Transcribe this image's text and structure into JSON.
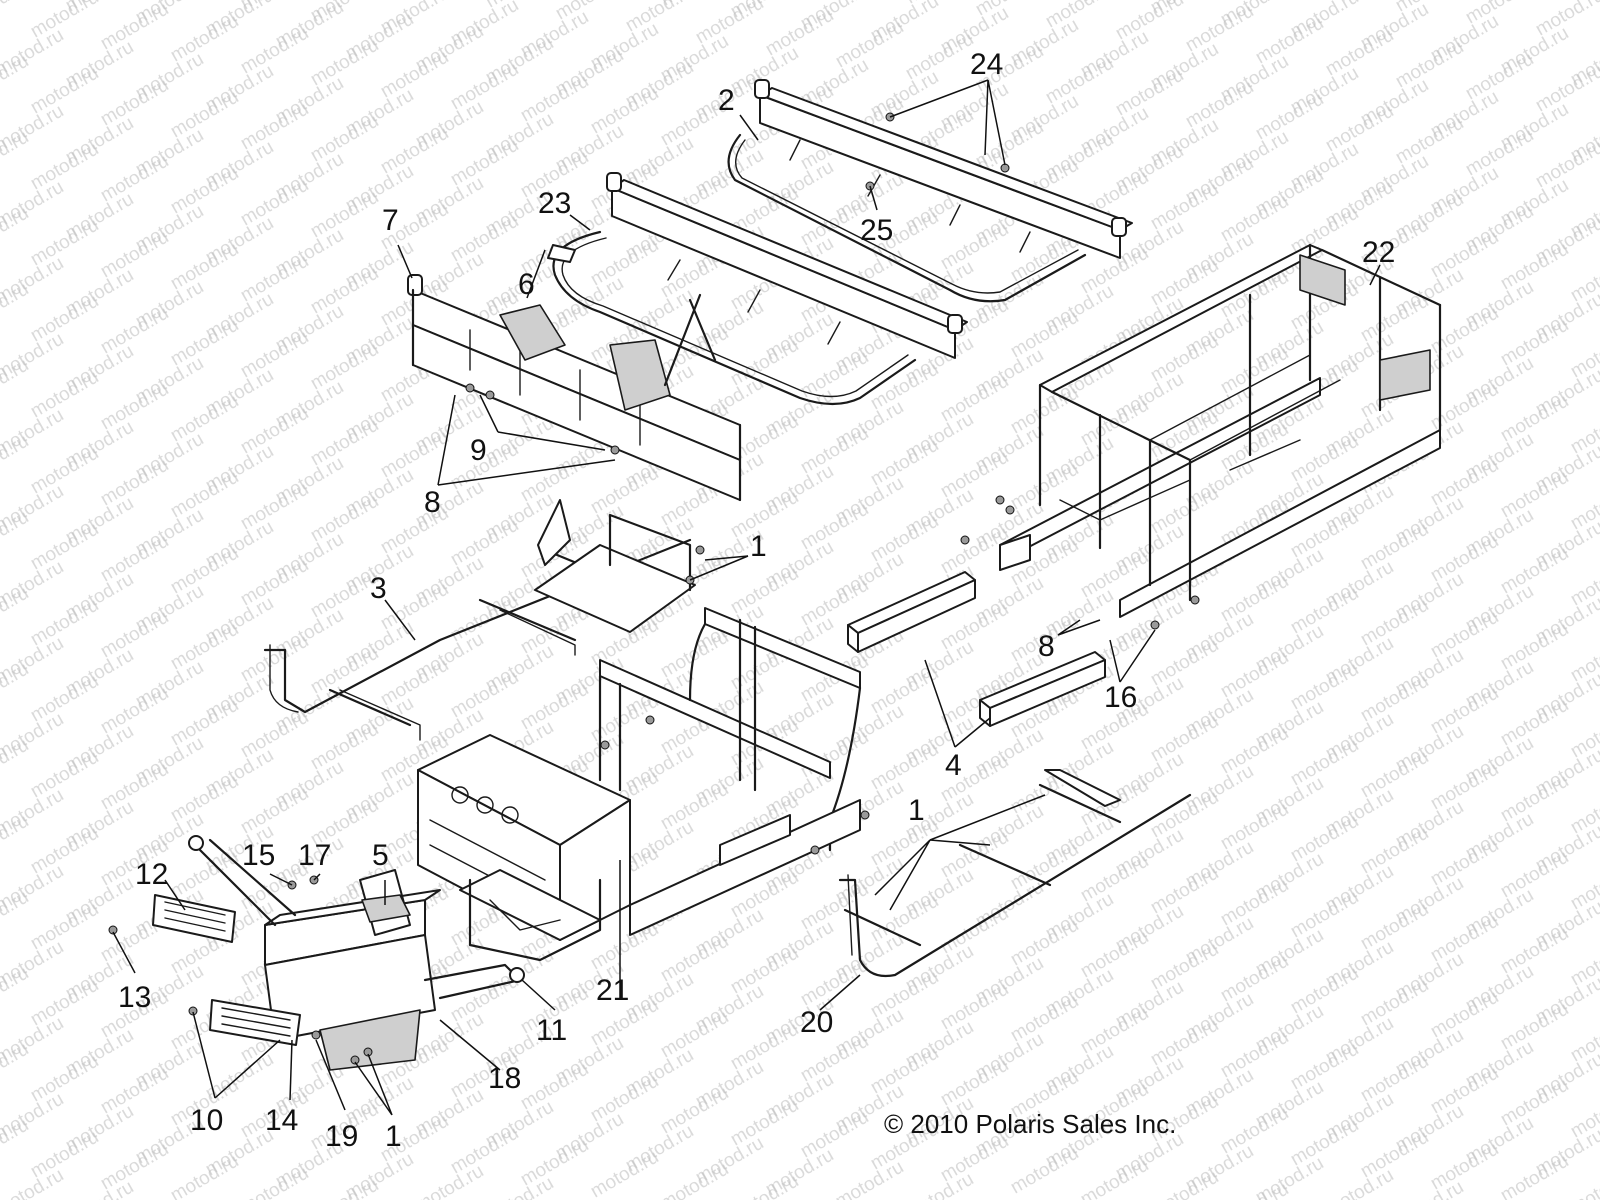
{
  "watermark": "motod.ru",
  "copyright": "© 2010 Polaris Sales Inc.",
  "callouts": [
    "24",
    "2",
    "25",
    "23",
    "22",
    "7",
    "6",
    "9",
    "8",
    "1",
    "3",
    "8",
    "16",
    "4",
    "21",
    "1",
    "20",
    "15",
    "17",
    "5",
    "12",
    "13",
    "11",
    "18",
    "10",
    "14",
    "19",
    "1"
  ]
}
